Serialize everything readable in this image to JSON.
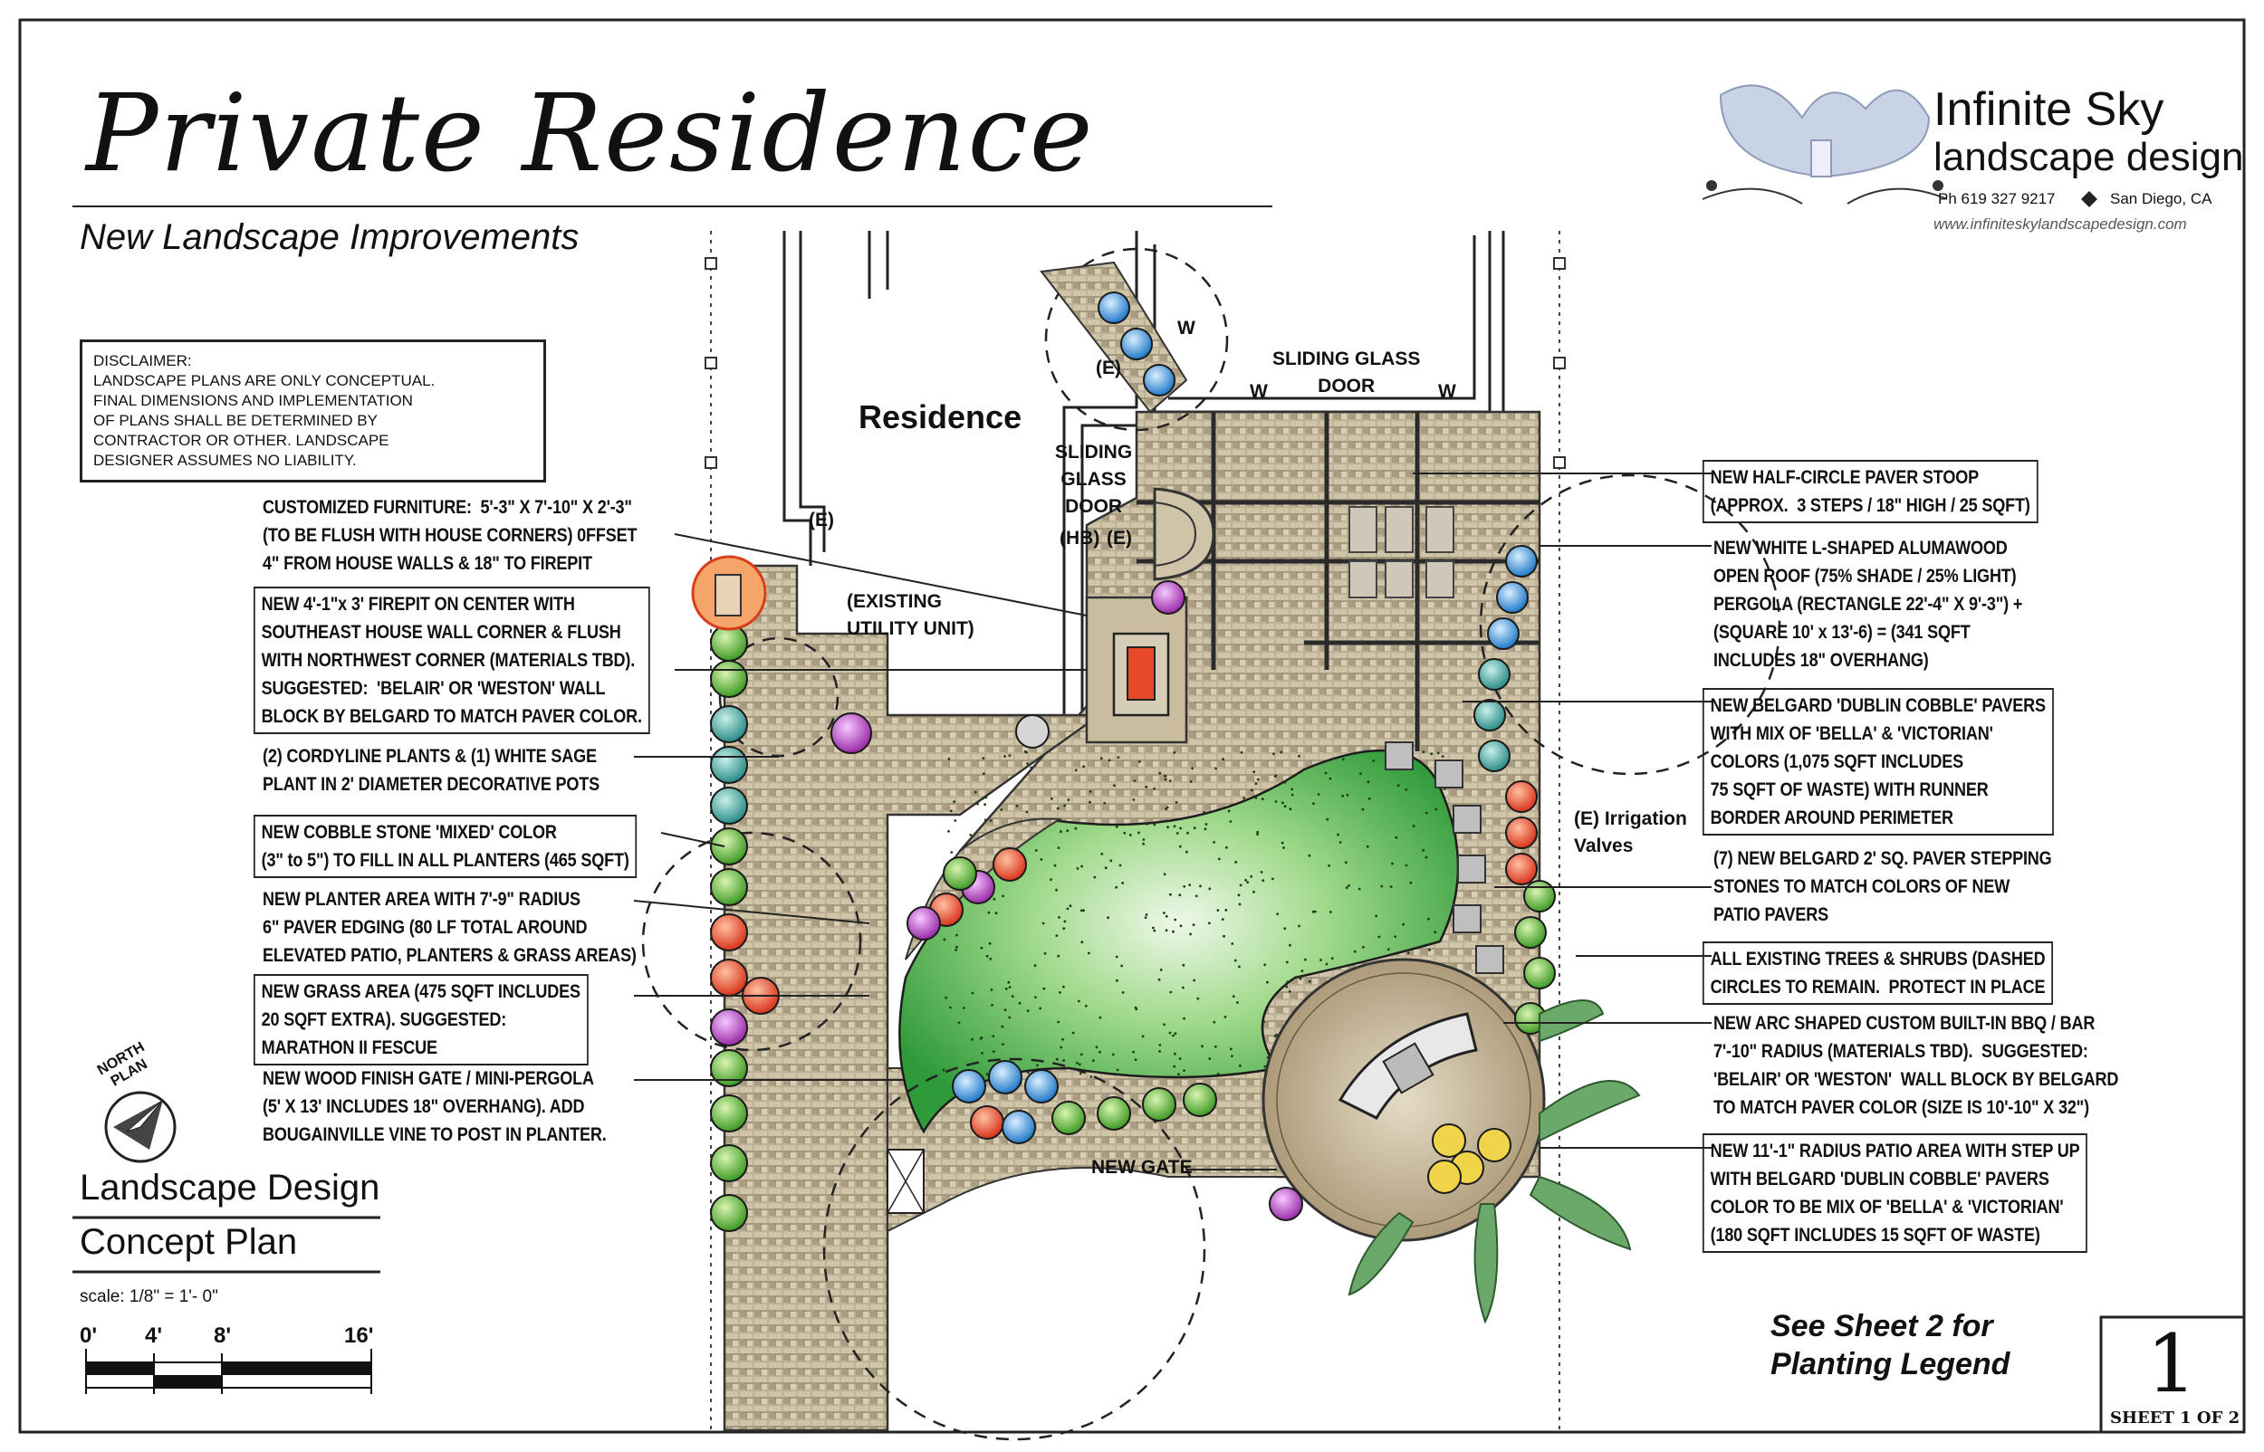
{
  "header": {
    "title": "Private Residence",
    "subtitle": "New Landscape Improvements"
  },
  "logo": {
    "name": "Infinite Sky",
    "tagline": "landscape design",
    "phone": "Ph 619 327 9217",
    "city": "San Diego, CA",
    "website": "www.infiniteskylandscapedesign.com"
  },
  "disclaimer": "DISCLAIMER:\nLANDSCAPE PLANS ARE ONLY CONCEPTUAL.\nFINAL DIMENSIONS AND IMPLEMENTATION\nOF PLANS SHALL BE DETERMINED BY\nCONTRACTOR OR OTHER. LANDSCAPE\nDESIGNER ASSUMES NO LIABILITY.",
  "left_notes": [
    "CUSTOMIZED FURNITURE:  5'-3\" X 7'-10\" X 2'-3\"\n(TO BE FLUSH WITH HOUSE CORNERS) 0FFSET\n4\" FROM HOUSE WALLS & 18\" TO FIREPIT",
    "NEW 4'-1\"x 3' FIREPIT ON CENTER WITH\nSOUTHEAST HOUSE WALL CORNER & FLUSH\nWITH NORTHWEST CORNER (MATERIALS TBD).\nSUGGESTED:  'BELAIR' OR 'WESTON' WALL\nBLOCK BY BELGARD TO MATCH PAVER COLOR.",
    "(2) CORDYLINE PLANTS & (1) WHITE SAGE\nPLANT IN 2' DIAMETER DECORATIVE POTS",
    "NEW COBBLE STONE 'MIXED' COLOR\n(3\" to 5\") TO FILL IN ALL PLANTERS (465 SQFT)",
    "NEW PLANTER AREA WITH 7'-9\" RADIUS\n6\" PAVER EDGING (80 LF TOTAL AROUND\nELEVATED PATIO, PLANTERS & GRASS AREAS)",
    "NEW GRASS AREA (475 SQFT INCLUDES\n20 SQFT EXTRA). SUGGESTED:\nMARATHON II FESCUE",
    "NEW WOOD FINISH GATE / MINI-PERGOLA\n(5' X 13' INCLUDES 18\" OVERHANG). ADD\nBOUGAINVILLE VINE TO POST IN PLANTER."
  ],
  "right_notes": [
    "NEW HALF-CIRCLE PAVER STOOP\n(APPROX.  3 STEPS / 18\" HIGH / 25 SQFT)",
    "NEW WHITE L-SHAPED ALUMAWOOD\nOPEN ROOF (75% SHADE / 25% LIGHT)\nPERGOLA (RECTANGLE 22'-4\" X 9'-3\") +\n(SQUARE 10' x 13'-6) = (341 SQFT\nINCLUDES 18\" OVERHANG)",
    "NEW BELGARD 'DUBLIN COBBLE' PAVERS\nWITH MIX OF 'BELLA' & 'VICTORIAN'\nCOLORS (1,075 SQFT INCLUDES\n75 SQFT OF WASTE) WITH RUNNER\nBORDER AROUND PERIMETER",
    "(7) NEW BELGARD 2' SQ. PAVER STEPPING\nSTONES TO MATCH COLORS OF NEW\nPATIO PAVERS",
    "ALL EXISTING TREES & SHRUBS (DASHED\nCIRCLES TO REMAIN.  PROTECT IN PLACE",
    "NEW ARC SHAPED CUSTOM BUILT-IN BBQ / BAR\n7'-10\" RADIUS (MATERIALS TBD).  SUGGESTED:\n'BELAIR' OR 'WESTON'  WALL BLOCK BY BELGARD\nTO MATCH PAVER COLOR (SIZE IS 10'-10\" X 32\")",
    "NEW 11'-1\" RADIUS PATIO AREA WITH STEP UP\nWITH BELGARD 'DUBLIN COBBLE' PAVERS\nCOLOR TO BE MIX OF 'BELLA' & 'VICTORIAN'\n(180 SQFT INCLUDES 15 SQFT OF WASTE)"
  ],
  "plan_labels": {
    "residence": "Residence",
    "sliding_door_top": "SLIDING GLASS\nDOOR",
    "sliding_door_side": "SLIDING\nGLASS\nDOOR",
    "hb": "(HB)",
    "e": "(E)",
    "w": "W",
    "utility": "(EXISTING\nUTILITY UNIT)",
    "irrigation": "(E) Irrigation\nValves",
    "new_gate": "NEW GATE"
  },
  "north": "NORTH\nPLAN",
  "title_block": {
    "line1": "Landscape Design",
    "line2": "Concept Plan",
    "scale": "scale:  1/8\" = 1'- 0\"",
    "ticks": [
      "0'",
      "4'",
      "8'",
      "16'"
    ]
  },
  "see_sheet": "See Sheet 2 for\nPlanting Legend",
  "sheet": {
    "number": "1",
    "of": "SHEET  1  OF  2"
  },
  "colors": {
    "grass": "#4fb84a",
    "paver": "#b8aa8e",
    "accent_red": "#e0472a",
    "accent_blue": "#3b8fd8",
    "ink": "#111111"
  }
}
